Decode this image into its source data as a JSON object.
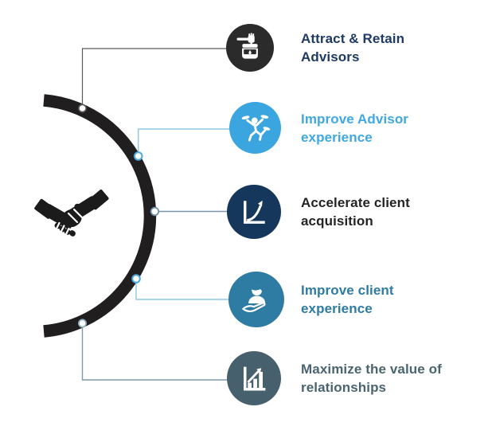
{
  "page": {
    "type": "infographic-diagram",
    "background": "#ffffff"
  },
  "center": {
    "icon": "handshake-icon",
    "icon_color": "#1b1b1b",
    "arc_color": "#211e1f"
  },
  "items": [
    {
      "id": "attract-retain-advisors",
      "line1": "Attract & Retain",
      "line2": "Advisors",
      "icon": "magnet-bucket-icon",
      "circle_color": "#2b2b2b",
      "text_color": "#1e3a66",
      "connector_color": "#595959"
    },
    {
      "id": "improve-advisor-experience",
      "line1": "Improve Advisor",
      "line2": "experience",
      "icon": "plate-spinner-icon",
      "circle_color": "#3aa5de",
      "text_color": "#3fa8e0",
      "connector_color": "#8cc7ea"
    },
    {
      "id": "accelerate-client-acquisition",
      "line1": "Accelerate client",
      "line2": "acquisition",
      "icon": "growth-curve-icon",
      "circle_color": "#16375c",
      "text_color": "#242424",
      "connector_color": "#7b95a9"
    },
    {
      "id": "improve-client-experience",
      "line1": "Improve client",
      "line2": "experience",
      "icon": "client-in-hand-icon",
      "circle_color": "#2e7ba3",
      "text_color": "#2e7ba3",
      "connector_color": "#8cc7ea"
    },
    {
      "id": "maximize-value-relationships",
      "line1": "Maximize the value of",
      "line2": "relationships",
      "icon": "bar-chart-growth-icon",
      "circle_color": "#46606d",
      "text_color": "#4a6470",
      "connector_color": "#7f9aa8"
    }
  ]
}
